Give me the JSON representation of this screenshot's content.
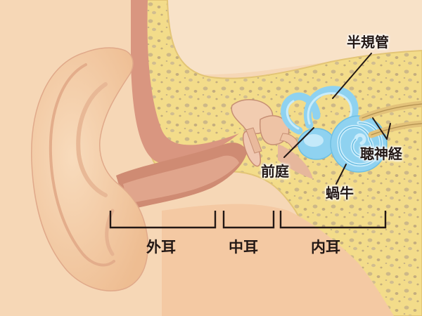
{
  "labels": {
    "semicircular_canals": "半規管",
    "vestibule": "前庭",
    "auditory_nerve": "聴神経",
    "cochlea": "蝸牛"
  },
  "sections": {
    "outer_ear": "外耳",
    "middle_ear": "中耳",
    "inner_ear": "内耳"
  },
  "colors": {
    "skin": "#f5cfa8",
    "skin_dark": "#e8b089",
    "canal": "#d08a74",
    "bone": "#f3dc8a",
    "labyrinth": "#8fd2f0",
    "ink": "#231815"
  }
}
